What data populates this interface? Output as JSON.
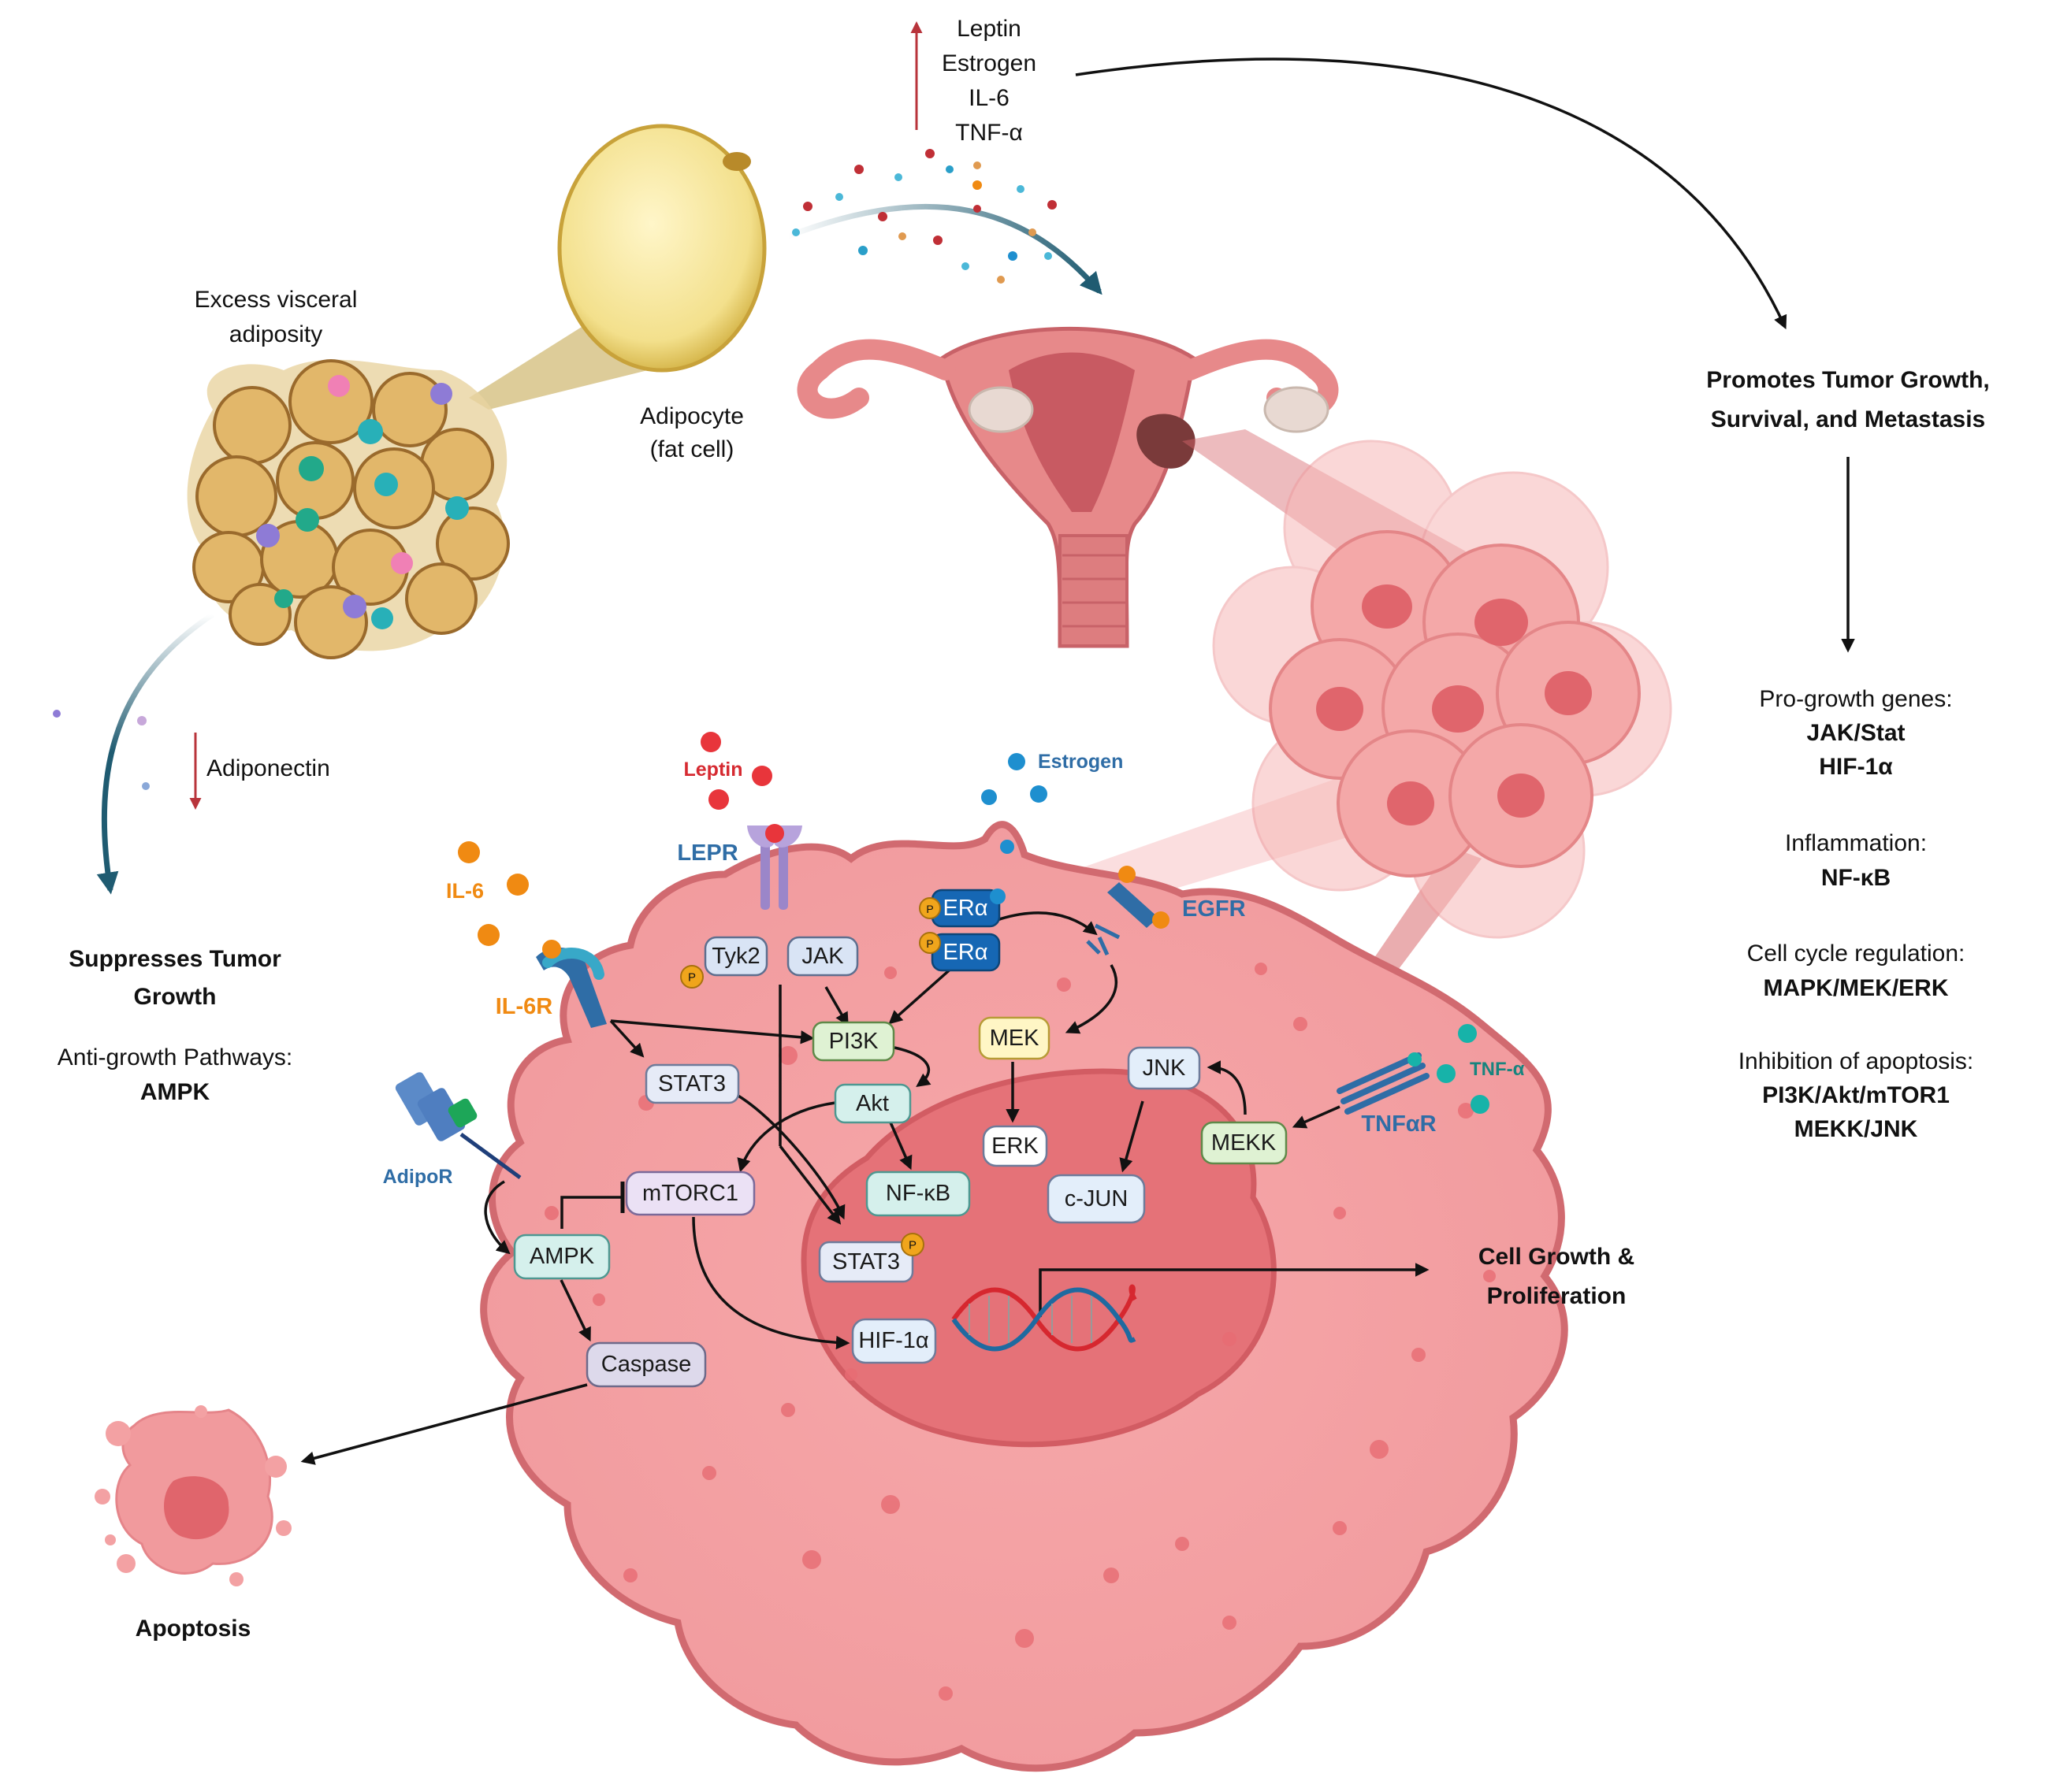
{
  "colors": {
    "cell_fill": "#f3a1a3",
    "cell_stroke": "#d16a70",
    "nucleus_fill": "#e57278",
    "tumor_cell": "#f6b4b3",
    "adipocyte": "#f5e7a3",
    "fat_tissue": "#e7c07b",
    "uterus": "#e7898a",
    "teal_arrow": "#1f5b71",
    "red_arrow": "#b8343b",
    "dna_red": "#d6272f",
    "dna_blue": "#1f6aa0",
    "il6_orange": "#f08a12",
    "leptin_red": "#e8353b",
    "estrogen_blue": "#1e8fcf",
    "tnf_teal": "#17b3a9",
    "receptor_blue": "#2f6da6"
  },
  "top_cytokines": [
    "Leptin",
    "Estrogen",
    "IL-6",
    "TNF-α"
  ],
  "adipose": {
    "tissue_label": [
      "Excess visceral",
      "adiposity"
    ],
    "adipocyte_label": [
      "Adipocyte",
      "(fat cell)"
    ],
    "adiponectin": "Adiponectin"
  },
  "left_panel": {
    "heading": [
      "Suppresses Tumor",
      "Growth"
    ],
    "subheading": "Anti-growth Pathways:",
    "pathway": "AMPK",
    "apoptosis": "Apoptosis"
  },
  "right_panel": {
    "heading": [
      "Promotes Tumor Growth,",
      "Survival, and Metastasis"
    ],
    "groups": [
      {
        "title": "Pro-growth genes:",
        "items": [
          "JAK/Stat",
          "HIF-1α"
        ]
      },
      {
        "title": "Inflammation:",
        "items": [
          "NF-κB"
        ]
      },
      {
        "title": "Cell cycle regulation:",
        "items": [
          "MAPK/MEK/ERK"
        ]
      },
      {
        "title": "Inhibition of apoptosis:",
        "items": [
          "PI3K/Akt/mTOR1",
          "MEKK/JNK"
        ]
      }
    ]
  },
  "ligands": {
    "leptin": "Leptin",
    "estrogen": "Estrogen",
    "il6": "IL-6",
    "tnf": "TNF-α"
  },
  "receptors": {
    "lepr": "LEPR",
    "il6r": "IL-6R",
    "egfr": "EGFR",
    "tnfr": "TNFαR",
    "adipor": "AdipoR",
    "phospho": "P"
  },
  "nodes": {
    "tyk2": "Tyk2",
    "jak": "JAK",
    "era1": "ERα",
    "era2": "ERα",
    "pi3k": "PI3K",
    "stat3_cyto": "STAT3",
    "akt": "Akt",
    "mek": "MEK",
    "erk": "ERK",
    "jnk": "JNK",
    "mekk": "MEKK",
    "cjun": "c-JUN",
    "nfkb": "NF-κB",
    "mtorc1": "mTORC1",
    "ampk": "AMPK",
    "stat3_nuc": "STAT3",
    "hif1a": "HIF-1α",
    "caspase": "Caspase"
  },
  "outcome": [
    "Cell Growth &",
    "Proliferation"
  ]
}
